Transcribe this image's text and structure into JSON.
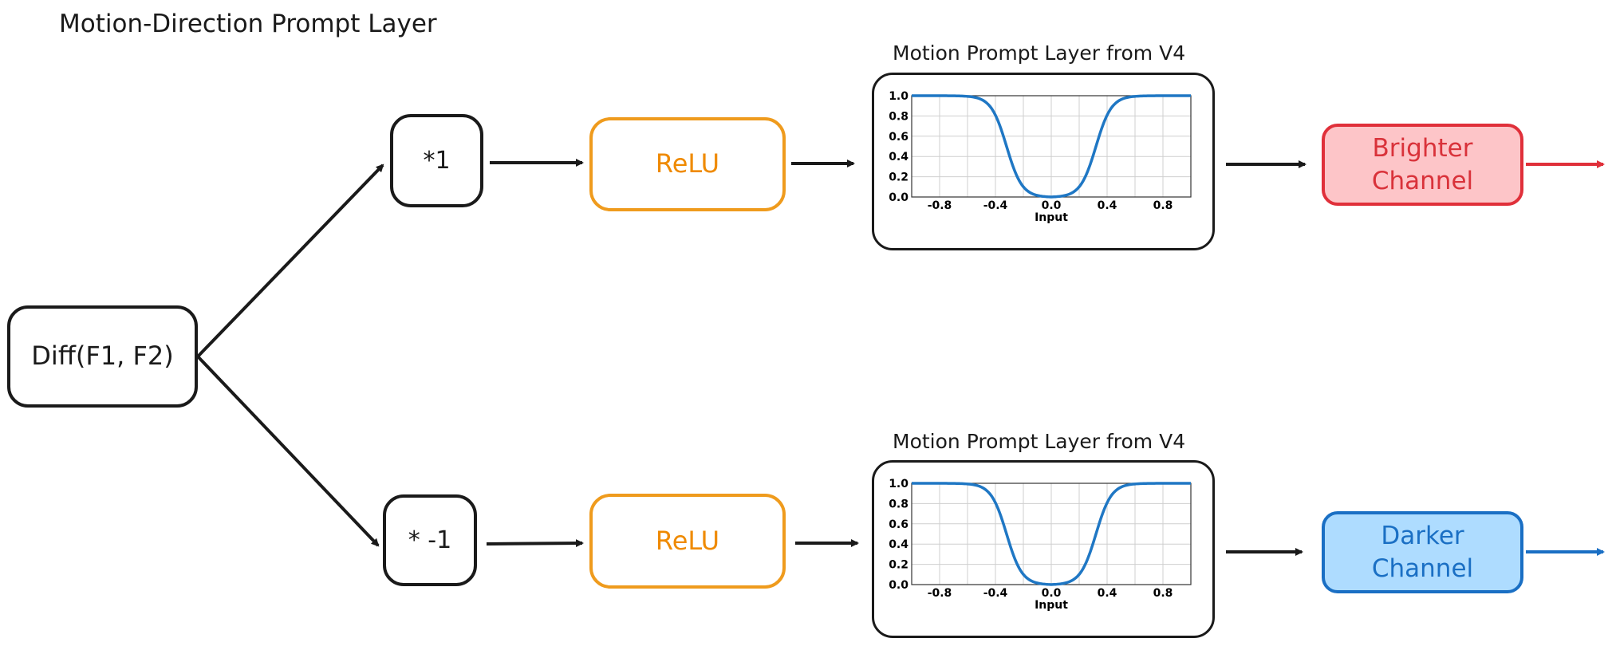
{
  "title": "Motion-Direction Prompt Layer",
  "input_node": {
    "label": "Diff(F1, F2)"
  },
  "branches": [
    {
      "multiplier": "*1",
      "activation": "ReLU",
      "plot": {
        "title": "Motion Prompt Layer from V4",
        "xlabel": "Input",
        "x_ticks": [
          "-0.8",
          "-0.4",
          "0.0",
          "0.4",
          "0.8"
        ],
        "y_ticks": [
          "0.0",
          "0.2",
          "0.4",
          "0.6",
          "0.8",
          "1.0"
        ]
      },
      "output": {
        "label": "Brighter\nChannel"
      }
    },
    {
      "multiplier": "* -1",
      "activation": "ReLU",
      "plot": {
        "title": "Motion Prompt Layer from V4",
        "xlabel": "Input",
        "x_ticks": [
          "-0.8",
          "-0.4",
          "0.0",
          "0.4",
          "0.8"
        ],
        "y_ticks": [
          "0.0",
          "0.2",
          "0.4",
          "0.6",
          "0.8",
          "1.0"
        ]
      },
      "output": {
        "label": "Darker\nChannel"
      }
    }
  ],
  "colors": {
    "arrow": "#1a1a1a",
    "relu": "#ef9b1d",
    "brighter": "#e0303a",
    "darker": "#1a6fc4",
    "curve": "#1f77c4"
  },
  "chart_data": [
    {
      "type": "line",
      "title": "Motion Prompt Layer from V4",
      "xlabel": "Input",
      "ylabel": "",
      "xlim": [
        -1.0,
        1.0
      ],
      "ylim": [
        0.0,
        1.0
      ],
      "grid": true,
      "x": [
        -1.0,
        -0.8,
        -0.6,
        -0.5,
        -0.4,
        -0.3,
        -0.2,
        -0.1,
        0.0,
        0.1,
        0.2,
        0.3,
        0.4,
        0.5,
        0.6,
        0.8,
        1.0
      ],
      "series": [
        {
          "values": [
            1.0,
            1.0,
            1.0,
            0.97,
            0.75,
            0.38,
            0.12,
            0.02,
            0.0,
            0.02,
            0.12,
            0.38,
            0.75,
            0.97,
            1.0,
            1.0,
            1.0
          ]
        }
      ]
    },
    {
      "type": "line",
      "title": "Motion Prompt Layer from V4",
      "xlabel": "Input",
      "ylabel": "",
      "xlim": [
        -1.0,
        1.0
      ],
      "ylim": [
        0.0,
        1.0
      ],
      "grid": true,
      "x": [
        -1.0,
        -0.8,
        -0.6,
        -0.5,
        -0.4,
        -0.3,
        -0.2,
        -0.1,
        0.0,
        0.1,
        0.2,
        0.3,
        0.4,
        0.5,
        0.6,
        0.8,
        1.0
      ],
      "series": [
        {
          "values": [
            1.0,
            1.0,
            1.0,
            0.97,
            0.75,
            0.38,
            0.12,
            0.02,
            0.0,
            0.02,
            0.12,
            0.38,
            0.75,
            0.97,
            1.0,
            1.0,
            1.0
          ]
        }
      ]
    }
  ]
}
